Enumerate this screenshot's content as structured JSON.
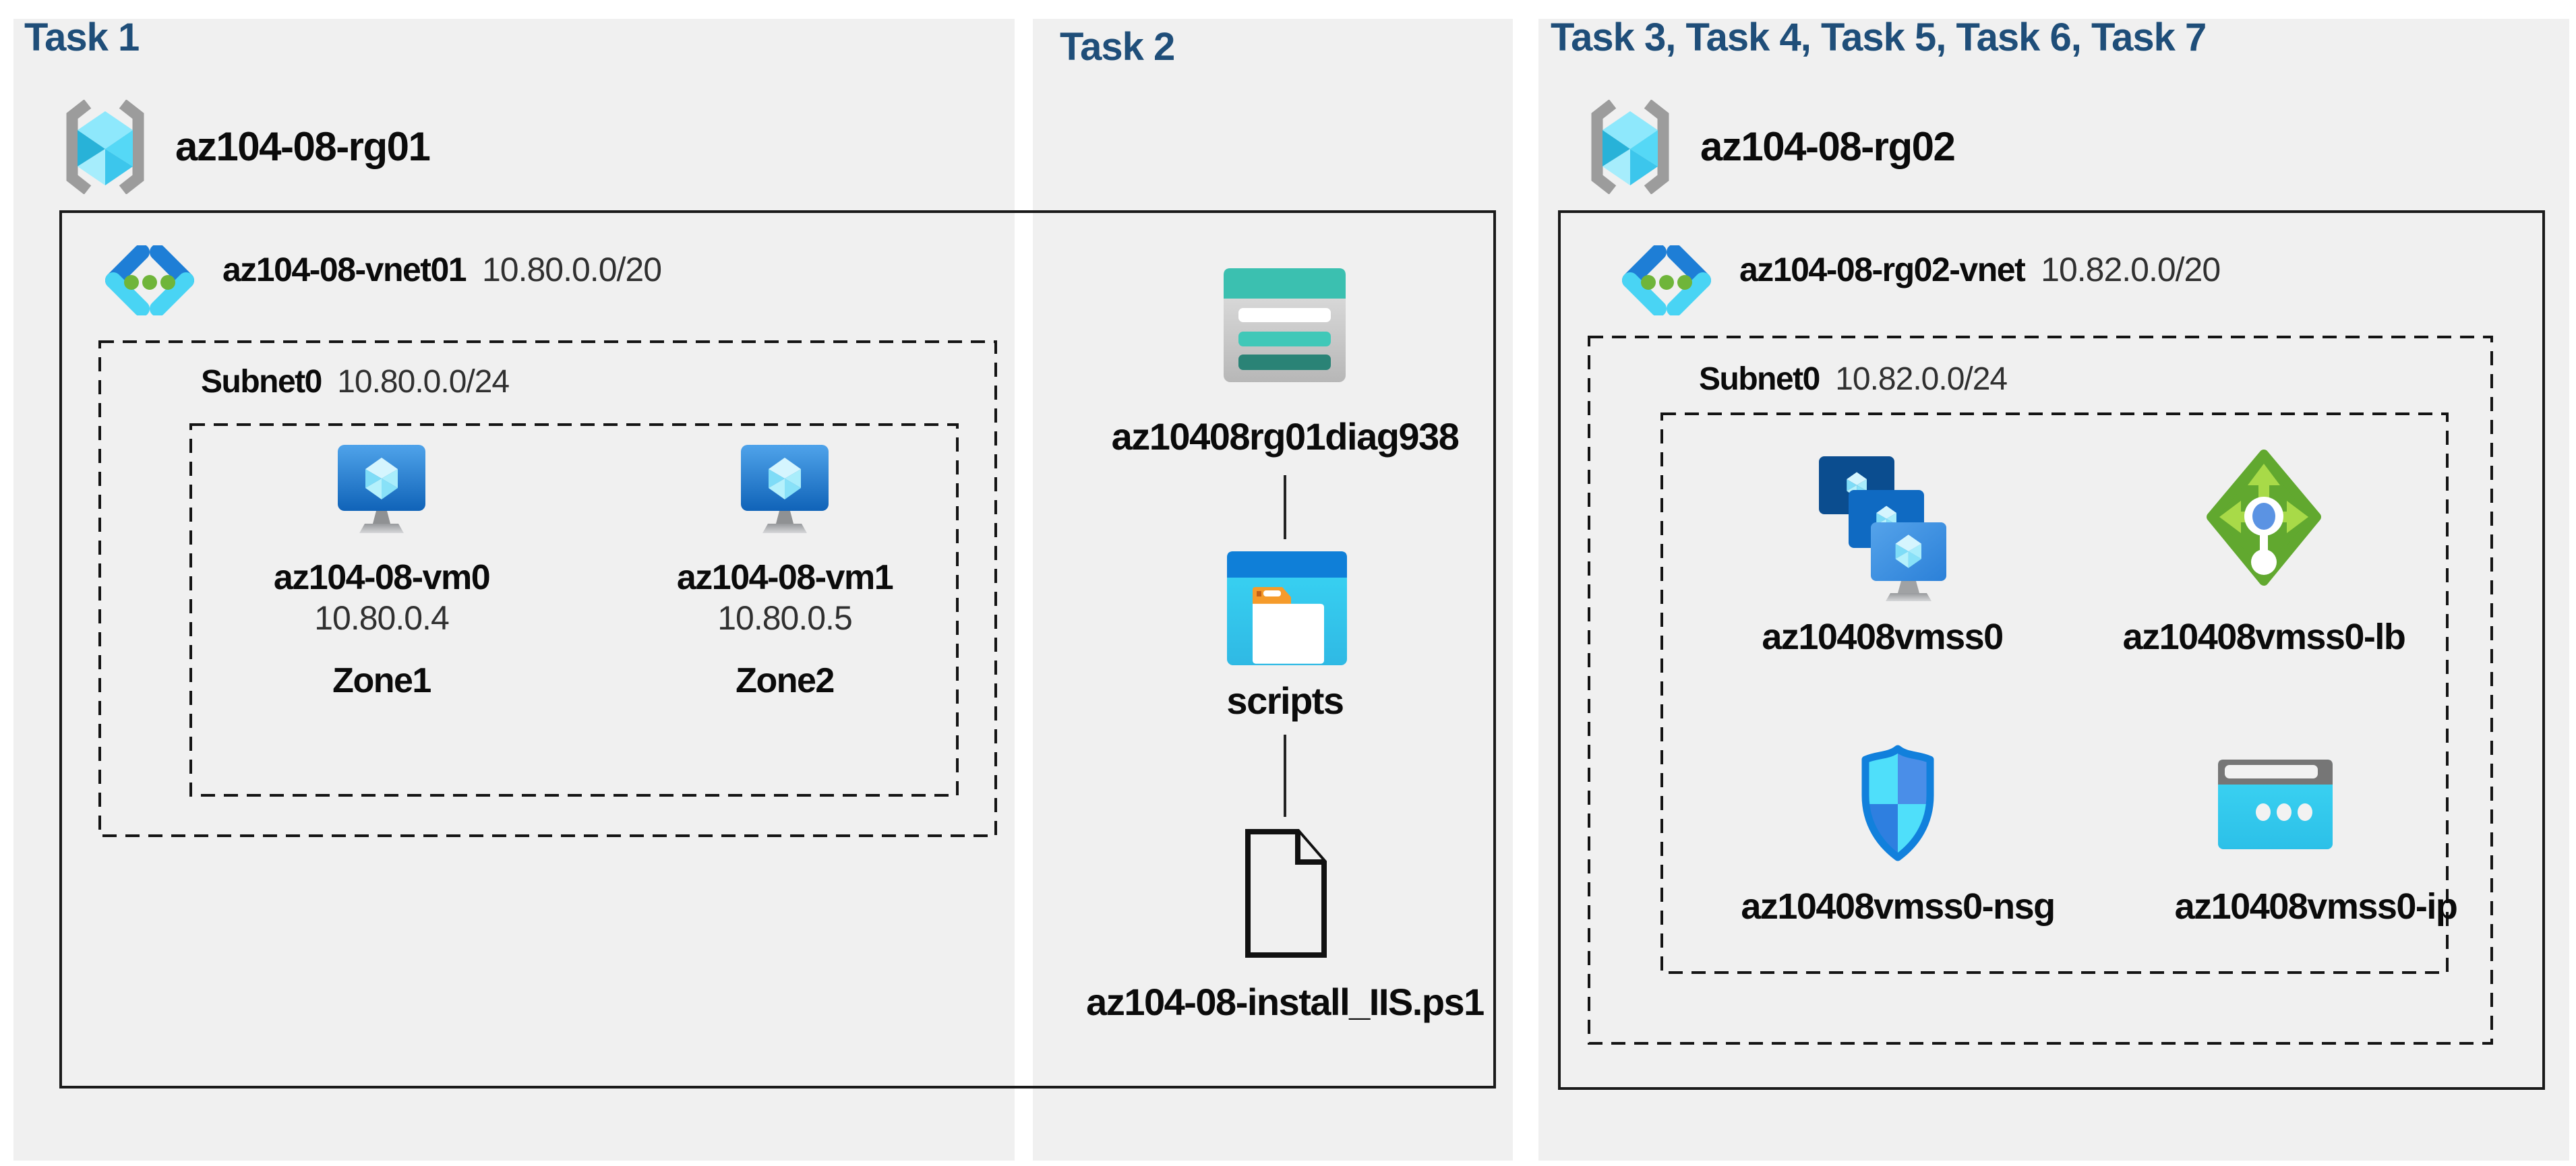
{
  "task1": {
    "title": "Task 1",
    "resource_group": "az104-08-rg01",
    "vnet_name": "az104-08-vnet01",
    "vnet_cidr": "10.80.0.0/20",
    "subnet_name": "Subnet0",
    "subnet_cidr": "10.80.0.0/24",
    "vms": [
      {
        "name": "az104-08-vm0",
        "ip": "10.80.0.4",
        "zone": "Zone1"
      },
      {
        "name": "az104-08-vm1",
        "ip": "10.80.0.5",
        "zone": "Zone2"
      }
    ]
  },
  "task2": {
    "title": "Task 2",
    "storage_account": "az10408rg01diag938",
    "folder": "scripts",
    "file": "az104-08-install_IIS.ps1"
  },
  "task3": {
    "title": "Task 3, Task 4, Task 5, Task 6, Task 7",
    "resource_group": "az104-08-rg02",
    "vnet_name": "az104-08-rg02-vnet",
    "vnet_cidr": "10.82.0.0/20",
    "subnet_name": "Subnet0",
    "subnet_cidr": "10.82.0.0/24",
    "resources": [
      {
        "name": "az10408vmss0",
        "icon": "vmss-icon"
      },
      {
        "name": "az10408vmss0-lb",
        "icon": "load-balancer-icon"
      },
      {
        "name": "az10408vmss0-nsg",
        "icon": "nsg-icon"
      },
      {
        "name": "az10408vmss0-ip",
        "icon": "public-ip-icon"
      }
    ]
  },
  "icons": {
    "resource_group": "resource-group-icon",
    "virtual_network": "virtual-network-icon",
    "virtual_machine": "virtual-machine-icon",
    "storage_account": "storage-account-icon",
    "folder": "scripts-folder-icon",
    "file": "script-file-icon",
    "vmss": "vmss-icon",
    "load_balancer": "load-balancer-icon",
    "nsg": "nsg-icon",
    "public_ip": "public-ip-icon"
  },
  "colors": {
    "title": "#1f4e79",
    "panel_bg": "#f0f0f0",
    "page_bg": "#ffffff",
    "box_border": "#1a1a1a",
    "storage_teal": "#3bc0b0",
    "azure_blue": "#1e7ed6",
    "light_cyan": "#49d4f4",
    "lb_green": "#61a82f",
    "nsg_border_blue": "#1180dc"
  }
}
